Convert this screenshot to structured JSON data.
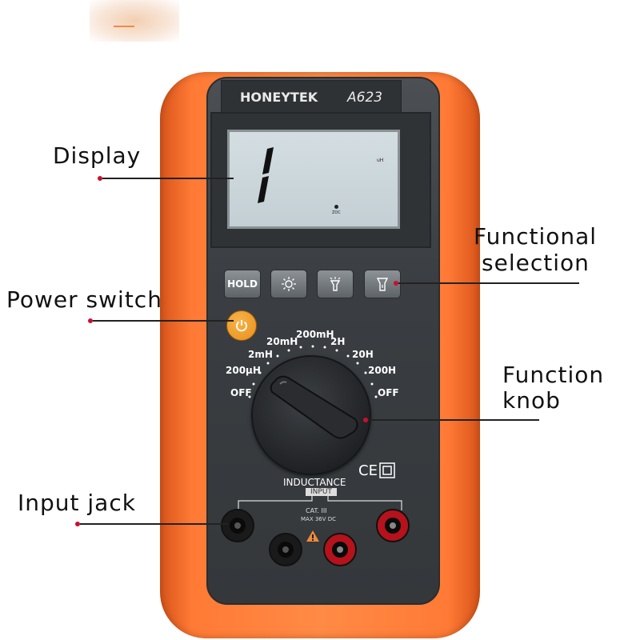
{
  "brand": "HONEYTEK",
  "model": "A623",
  "display": {
    "reading": "1",
    "unit": "uH",
    "sub": "ZOC"
  },
  "buttons": {
    "hold": "HOLD"
  },
  "range_labels": {
    "off_left": "OFF",
    "r200uh": "200μH",
    "r2mh": "2mH",
    "r20mh": "20mH",
    "r200mh": "200mH",
    "r2h": "2H",
    "r20h": "20H",
    "r200h": "200H",
    "off_right": "OFF"
  },
  "panel_labels": {
    "inductance": "INDUCTANCE",
    "input": "INPUT",
    "cat": "CAT. III",
    "rating": "MAX 36V DC",
    "ce": "CE"
  },
  "annotations": {
    "display": "Display",
    "functional_selection_1": "Functional",
    "functional_selection_2": "selection",
    "power_switch": "Power switch",
    "function_knob_1": "Function",
    "function_knob_2": "knob",
    "input_jack": "Input jack"
  },
  "colors": {
    "body": "#ff7a35",
    "panel": "#3a3e42",
    "power": "#f0a030",
    "marker": "#c8102e"
  },
  "icons": [
    "backlight-sun-icon",
    "flashlight-icon",
    "lamp-icon",
    "power-icon",
    "warning-triangle-icon",
    "double-insulation-icon"
  ]
}
